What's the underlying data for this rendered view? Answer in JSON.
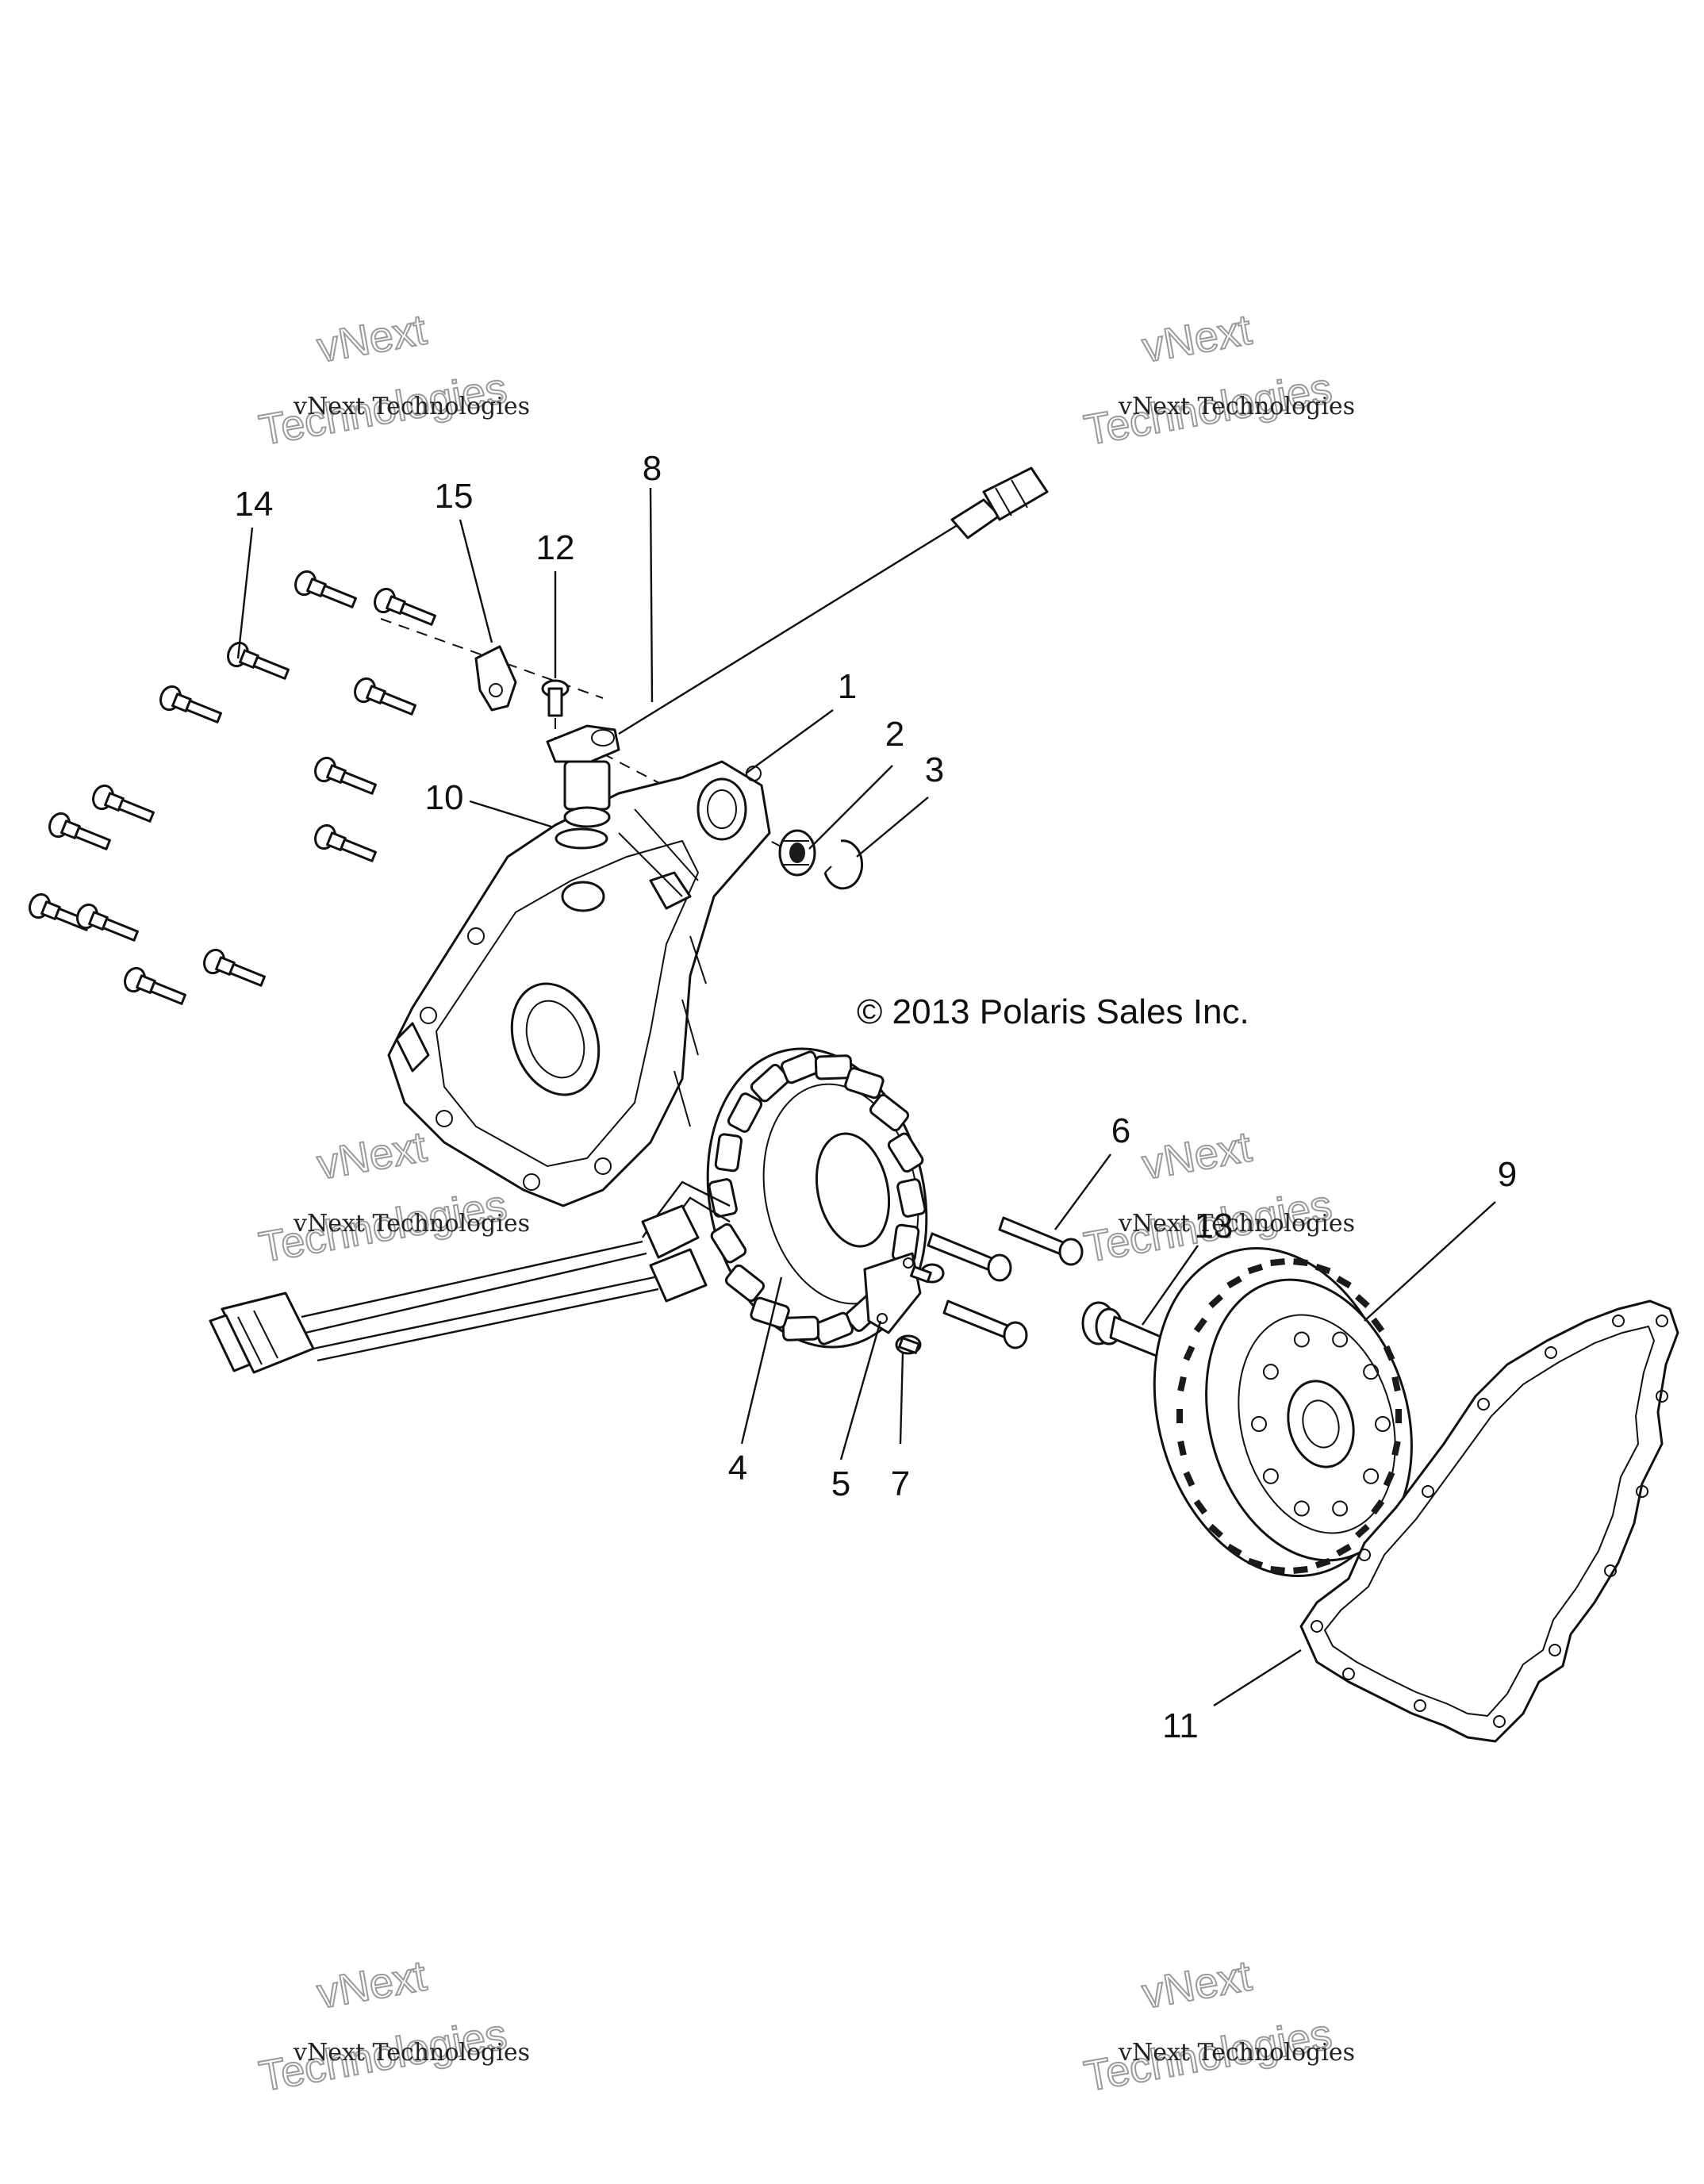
{
  "copyright": "© 2013 Polaris Sales Inc.",
  "watermark": {
    "line1": "vNext Technologies",
    "line2": "vNext",
    "line3": "Technologies"
  },
  "callouts": {
    "c1": "1",
    "c2": "2",
    "c3": "3",
    "c4": "4",
    "c5": "5",
    "c6": "6",
    "c7": "7",
    "c8": "8",
    "c9": "9",
    "c10": "10",
    "c11": "11",
    "c12": "12",
    "c13": "13",
    "c14": "14",
    "c15": "15"
  }
}
